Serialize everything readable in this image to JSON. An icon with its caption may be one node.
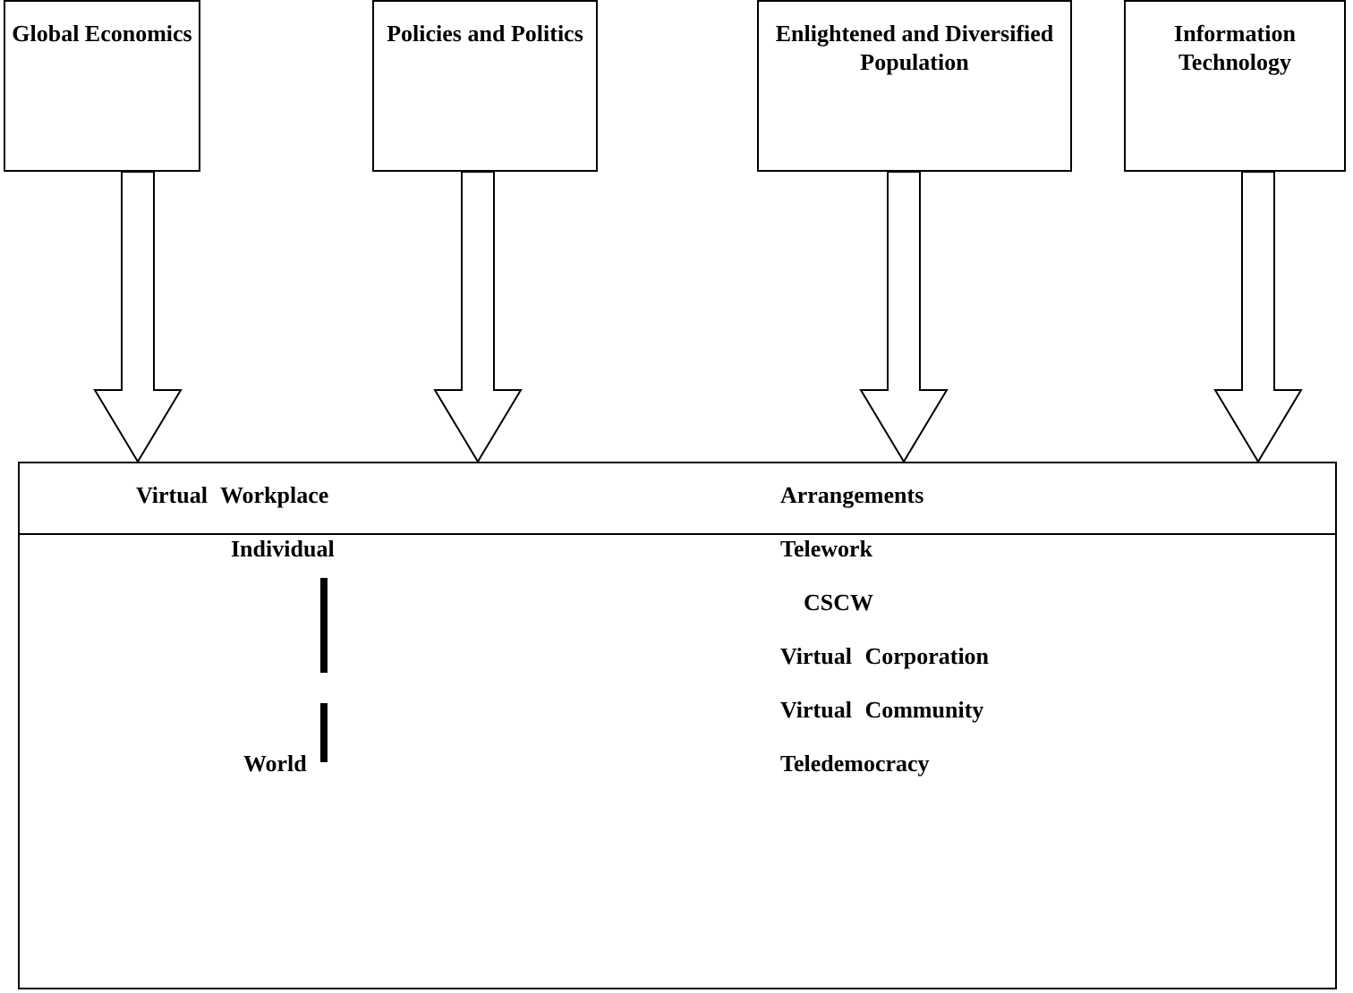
{
  "diagram": {
    "nodes": [
      {
        "text": [
          "Global Economics"
        ]
      },
      {
        "text": [
          "Policies and Politics"
        ]
      },
      {
        "text": [
          "Enlightened and Diversified Population"
        ]
      },
      {
        "text": [
          "Information Technology"
        ]
      },
      {
        "text": [
          "Virtual Workplace",
          "Arrangements",
          "Individual",
          "Telework",
          "CSCW",
          "Virtual Corporation",
          "Virtual Community",
          "World",
          "Teledemocracy"
        ]
      }
    ],
    "edges": [
      {
        "from": 0,
        "to": 4,
        "arrow": "to"
      },
      {
        "from": 1,
        "to": 4,
        "arrow": "to"
      },
      {
        "from": 2,
        "to": 4,
        "arrow": "to"
      },
      {
        "from": 3,
        "to": 4,
        "arrow": "to"
      }
    ]
  }
}
